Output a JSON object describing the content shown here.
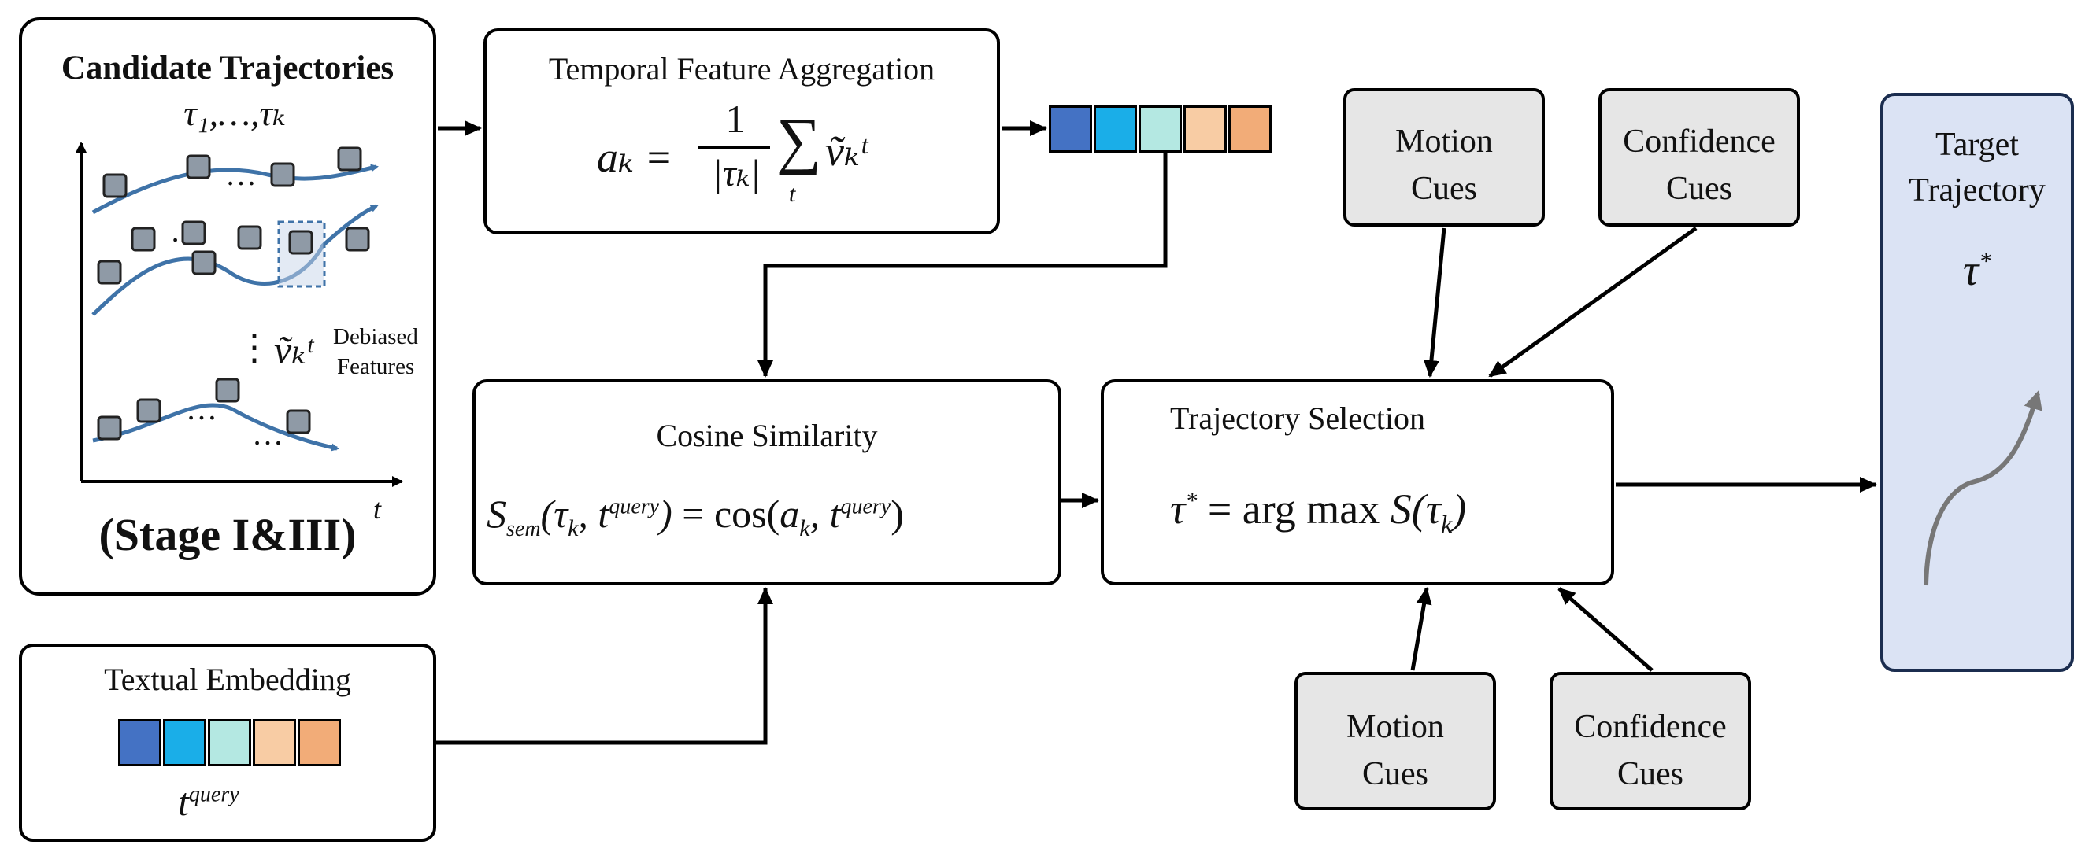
{
  "candidate": {
    "title": "Candidate Trajectories",
    "subtitle": "τ₁,…,τₖ",
    "stage_label": "(Stage I&III)",
    "vector_label": "ṽₖᵗ",
    "debiased_label_1": "Debiased",
    "debiased_label_2": "Features",
    "axis_t": "t",
    "dots": "…",
    "vdots": "⋮"
  },
  "aggregation": {
    "title": "Temporal Feature Aggregation",
    "formula_lhs": "aₖ =",
    "formula_num": "1",
    "formula_den": "|τₖ|",
    "formula_sum": "∑",
    "formula_sub": "t",
    "formula_term": "ṽₖᵗ"
  },
  "cosine": {
    "title": "Cosine Similarity",
    "formula": "S_sem(τₖ, t^query) = cos(aₖ, t^query)"
  },
  "selection": {
    "title": "Trajectory Selection",
    "formula": "τ* = arg max S(τₖ)"
  },
  "textual": {
    "title": "Textual Embedding",
    "query_label": "t^query"
  },
  "cues": {
    "motion_top_1": "Motion",
    "motion_top_2": "Cues",
    "confidence_top_1": "Confidence",
    "confidence_top_2": "Cues",
    "motion_bottom_1": "Motion",
    "motion_bottom_2": "Cues",
    "confidence_bottom_1": "Confidence",
    "confidence_bottom_2": "Cues"
  },
  "target": {
    "title_1": "Target",
    "title_2": "Trajectory",
    "symbol": "τ*"
  },
  "colors": {
    "feature_cells": [
      "#4472c4",
      "#1aaee8",
      "#b4e8e2",
      "#f8cca4",
      "#f2ac78"
    ],
    "target_bg": "#dbe3f4",
    "cue_bg": "#e6e6e6",
    "trajectory_line": "#3f73a8"
  }
}
